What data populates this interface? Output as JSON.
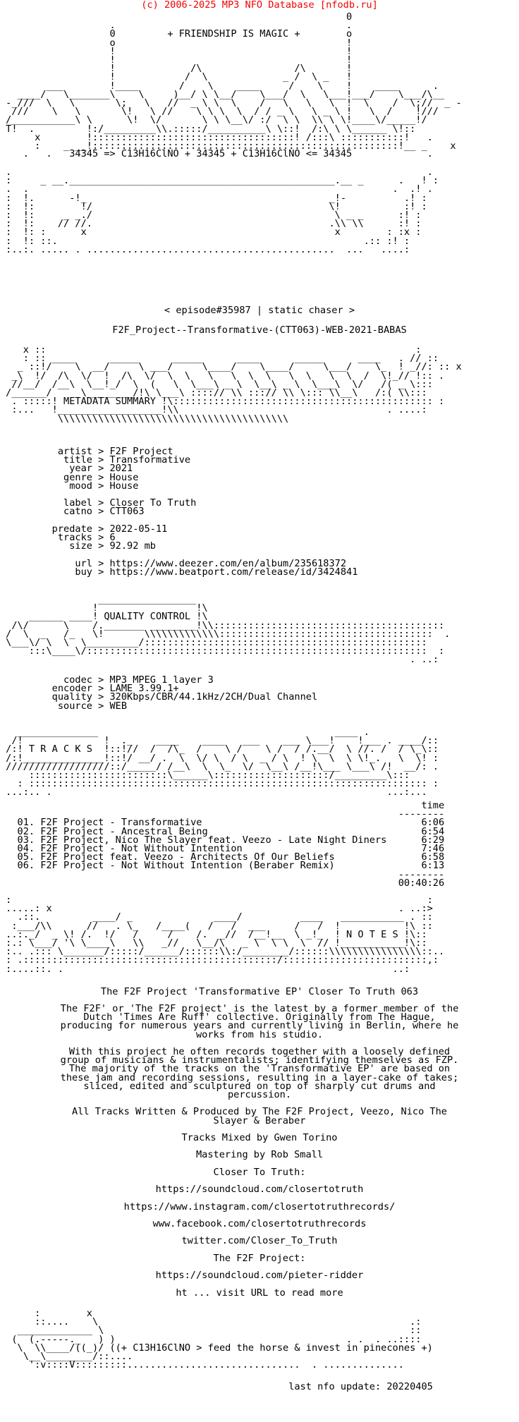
{
  "page": {
    "bg": "#ffffff",
    "fg": "#000000"
  },
  "header": {
    "copyright": "(c) 2006-2025 MP3 NFO Database [nfodb.ru]",
    "color": "#f40000"
  },
  "intro": {
    "slogan": "+ FRIENDSHIP IS MAGIC +",
    "formula_line": "    .   .   34345 => C13H16ClNO + 34345 + C13H16ClNO <= 34345             .",
    "episode": "< episode#35987 | static chaser >",
    "release_name": "F2F_Project--Transformative-(CTT063)-WEB-2021-BABAS"
  },
  "metadata": {
    "banner_label": "METADATA SUMMARY",
    "groups": [
      [
        {
          "k": "artist",
          "v": "F2F Project"
        },
        {
          "k": "title",
          "v": "Transformative"
        },
        {
          "k": "year",
          "v": "2021"
        },
        {
          "k": "genre",
          "v": "House"
        },
        {
          "k": "mood",
          "v": "House"
        }
      ],
      [
        {
          "k": "label",
          "v": "Closer To Truth"
        },
        {
          "k": "catno",
          "v": "CTT063"
        }
      ],
      [
        {
          "k": "predate",
          "v": "2022-05-11"
        },
        {
          "k": "tracks",
          "v": "6"
        },
        {
          "k": "size",
          "v": "92.92 mb"
        }
      ],
      [
        {
          "k": "url",
          "v": "https://www.deezer.com/en/album/235618372"
        },
        {
          "k": "buy",
          "v": "https://www.beatport.com/release/id/3424841"
        }
      ]
    ]
  },
  "quality": {
    "banner_label": "QUALITY CONTROL",
    "groups": [
      [
        {
          "k": "codec",
          "v": "MP3 MPEG 1 layer 3"
        },
        {
          "k": "encoder",
          "v": "LAME 3.99.1+"
        },
        {
          "k": "quality",
          "v": "320Kbps/CBR/44.1kHz/2CH/Dual Channel"
        },
        {
          "k": "source",
          "v": "WEB"
        }
      ]
    ]
  },
  "tracklist": {
    "banner_label": "T R A C K S",
    "time_header": "time",
    "divider": "--------",
    "tracks": [
      {
        "no": "01.",
        "title": "F2F Project - Transformative",
        "time": "6:06"
      },
      {
        "no": "02.",
        "title": "F2F Project - Ancestral Being",
        "time": "6:54"
      },
      {
        "no": "03.",
        "title": "F2F Project, Nico The Slayer feat. Veezo - Late Night Diners",
        "time": "6:29"
      },
      {
        "no": "04.",
        "title": "F2F Project - Not Without Intention",
        "time": "7:46"
      },
      {
        "no": "05.",
        "title": "F2F Project feat. Veezo - Architects Of Our Beliefs",
        "time": "6:58"
      },
      {
        "no": "06.",
        "title": "F2F Project - Not Without Intention (Beraber Remix)",
        "time": "6:13"
      }
    ],
    "total": "00:40:26"
  },
  "notes": {
    "banner_label": "N O T E S",
    "title": "The F2F Project 'Transformative EP' Closer To Truth 063",
    "lines": [
      "The F2F' or 'The F2F project' is the latest by a former member of the",
      "Dutch 'Times Are Ruff' collective. Originally from The Hague,",
      "producing for numerous years and currently living in Berlin, where he",
      "works from his studio.",
      "",
      "With this project he often records together with a loosely defined",
      "group of musicians & instrumentalists; identifying themselves as FZP.",
      "The majority of the tracks on the 'Transformative EP' are based on",
      "these jam and recording sessions, resulting in a layer-cake of takes;",
      "sliced, edited and sculptured on top of sharply cut drums and",
      "percussion.",
      "",
      "All Tracks Written & Produced by The F2F Project, Veezo, Nico The",
      "Slayer & Beraber",
      "",
      "Tracks Mixed by Gwen Torino",
      "",
      "Mastering by Rob Small",
      "",
      "Closer To Truth:",
      "",
      "https://soundcloud.com/closertotruth",
      "",
      "https://www.instagram.com/closertotruthrecords/",
      "",
      "www.facebook.com/closertotruthrecords",
      "",
      "twitter.com/Closer_To_Truth",
      "",
      "The F2F Project:",
      "",
      "https://soundcloud.com/pieter-ridder",
      "",
      "ht ... visit URL to read more"
    ]
  },
  "footer": {
    "feed_line": "((+ C13H16ClNO > feed the horse & invest in pinecones +)",
    "last_update": "                                                  last nfo update: 20220405"
  },
  "ascii_art": {
    "top": [
      "                                                            0",
      "                   .                                        .",
      "                   0         + FRIENDSHIP IS MAGIC +        o",
      "                   o                                        !",
      "                   !                                        !",
      "                   !                                        !",
      "                   !             /\\                /\\       !",
      "                   !            /  \\             _ /  \\ _   !",
      "        ___        !____       /    \\    ____     /    \\    !    ____      .",
      "   ____/   \\_______\\    \\     )__/ \\ \\__/    \\___/  \\   \\___!___/    \\___/\\__",
      " -_///  \\   \\       \\;   \\   //  _ \\ \\  \\    /   \\   \\   \\  !  \\    /  \\;//  _ -",
      "  ///    \\   \\       \\!   \\ //    \\ \\ \\  \\  / / _ \\   \\ _ \\ !   \\  /    !///",
      " /___________\\ \\      \\!  \\/       \\ \\ \\__\\/ :/  \\ \\  \\\\ \\ \\!____\\/_____!/",
      " T!  .         !:/_________\\\\.:::::/__________\\ \\::!  /:\\ \\ \\______ \\!::",
      "      x        !:::::::::::::::::::::::::::::::::::! /:::\\ :::::::::::!   .",
      "      :    _ __!:::::::::::::::::::::::::::::::::::::::::::::::::::::!__ _    x"
    ],
    "table": [
      " .                                                                        .",
      " :     _ __.______________________________________________.__ _      .   ! :",
      " .  .                                                               .  .! .",
      " :  !.      -!_                                          _!-          .! :",
      " :  !:        !/                                         \\!           :! :",
      " :  !:     _ _./                                          \\ _ _      :! :",
      " :  !:    // //.                                         .\\\\ \\\\      :! :",
      " :  !: :      x                                           x        : :x :",
      " :  !: ::.                                                     .:: :! :",
      " :..:. ..... . ...........................................  ...   ....:"
    ],
    "metadata_banner": [
      "    x ::                                                                :",
      "    : :: ____      _____      _____      ____      _____      ____   . // ::",
      "   _ ::!/    \\  __/     \\ ___/     \\____/    \\____/     \\___/    \\_  ! _//: :: x",
      "  _\\  !/  /\\  \\/  !  /\\  \\/  \\  \\   \\   \\  \\  \\   \\  \\   \\  \\  /  \\!_// !:: .",
      "  //__/  /__\\  \\__!_/  \\  (   \\  \\___\\ _ \\  \\__\\ _ \\  \\___\\  \\/   /( _ \\:::",
      " /______/     \\________/!\\ \\___\\ ::::// \\\\ :::// \\\\ \\::: \\\\__\\   /:( \\\\:::",
      "  . :::::! METADATA SUMMARY !\\::::::::::::::::::::::::::::::::::::::::::::: :",
      "  :...   !__________________!\\\\                                    . ....:",
      "          \\\\\\\\\\\\\\\\\\\\\\\\\\\\\\\\\\\\\\\\\\\\\\\\\\\\\\\\\\\\\\\\\\\\\\\\\\\\\\\\"
    ],
    "quality_banner": [
      "                 _________________",
      "                !                 !\\",
      "     ______ ____! QUALITY CONTROL !\\",
      "  /\\/      \\    /._______ ________!\\\\::::::::::::::::::::::::::::::::::::::::",
      " /  \\  _   /_   \\!       \\\\\\\\\\\\\\\\\\\\\\\\\\:::::::::::::::::::::::::::::::::::::  .",
      " \\___\\/ \\  \\  \\_________/:::::::::::::::::::::::::::::::::::::::::::::::::",
      "     :::\\____\\/:::::::::::::::::::::::::::::::::::::::::::::::::::::::::::  :",
      "                                                                       . ..:"
    ],
    "tracks_banner": [
      "   ______________                                         ____ .",
      "  /!              !  ._    ____    ____   ___    ___ \\___!    !___ . ____/::",
      " /:! T R A C K S  !::!//  /  /\\_  /    \\ /    \\ /  / /.__/  \\ //. /  / \\_\\::",
      " /:!______________!::!/ __/ .  \\  \\/ \\  / \\  _ / \\  ! \\  \\  \\ \\!_.   \\  \\! :",
      " //////////////////::/_____/ /__\\  \\  \\_  \\/  \\__\\ /__!\\___ \\___\\ /!  __/: .",
      "     ::::::::::::::::::::::::\\______\\::::::::::::::::::::/_________\\:::",
      "   : ::::::::::::::::::::::::::::::::::::::::::::::::::::::::::::::::::::: :",
      " ...:.. .                                                          ...:..."
    ],
    "notes_banner": [
      " :                                                                        :",
      " .....: x                                                            . ..:>",
      "   .::.         ____/ _              ____/          ____   ___________ . ::",
      "  :___/\\\\      //   . \\_   /____(   /   /  ___     /   /  !           !\\ ::",
      " ..:._/  _ \\! /.  !/   /     /    /.  _//  /__!__  \\ _!_  ! N O T E S !\\::",
      " :.: \\___/ '\\ \\____\\   \\\\   _//   \\__/\\   _ \\  \\ \\  \\  // !___________!\\::",
      " :.. .::: \\_______/:::::/______/::::::\\\\:/________/::::::\\\\\\\\\\\\\\\\\\\\\\\\\\\\\\\\::..",
      " : .::::::::::::::::::::::::::::::::::::::::::::/:::::::::::::::::::::::::,:",
      " :....::. .                                                         ..:"
    ],
    "bottom": [
      "      :        x",
      "      ::....    \\                                                      .:",
      "   _____________ \\                                                     ::",
      "  (  (.-----._   ) )                                        . .  . ..::::",
      "   \\  \\\\____/((_)/ ((+ C13H16ClNO > feed the horse & invest in pinecones +)",
      "    \\__\\________/::....",
      "     ':v::::V:::::::::..............................  . .............."
    ]
  }
}
